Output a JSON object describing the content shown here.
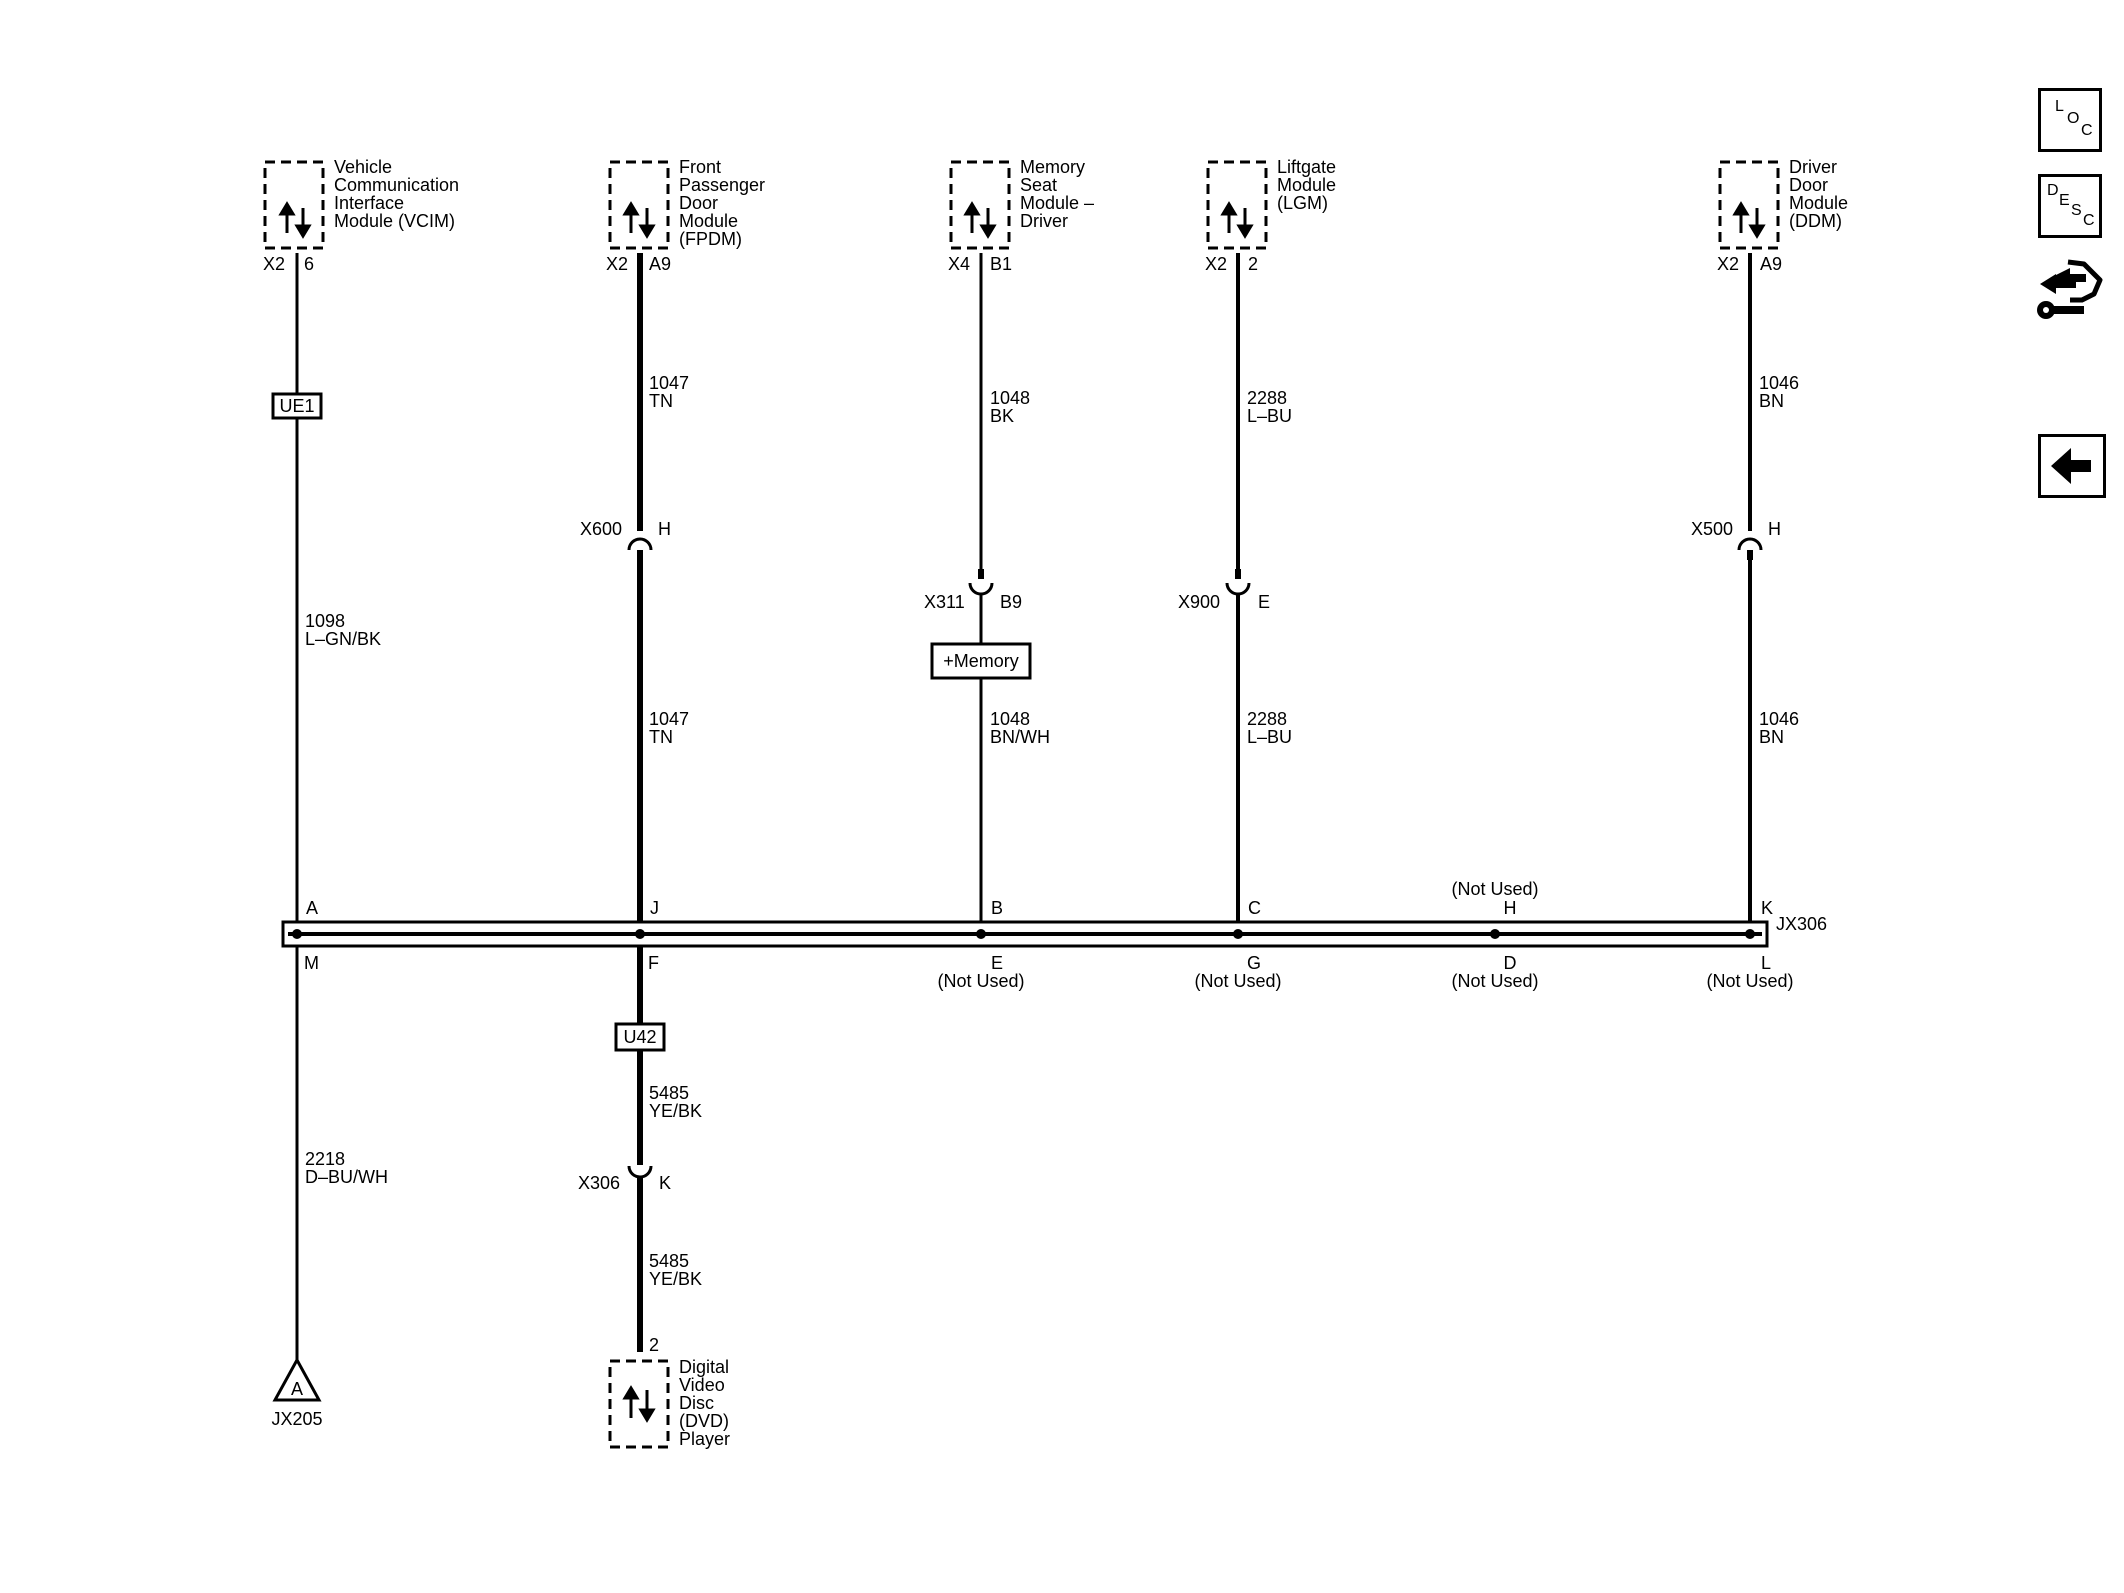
{
  "colors": {
    "ink": "#000000",
    "background": "#ffffff"
  },
  "modules_top": [
    {
      "id": "vcim",
      "lines": [
        "Vehicle",
        "Communication",
        "Interface",
        "Module (VCIM)"
      ],
      "conn": "X2",
      "pin": "6"
    },
    {
      "id": "fpdm",
      "lines": [
        "Front",
        "Passenger",
        "Door",
        "Module",
        "(FPDM)"
      ],
      "conn": "X2",
      "pin": "A9"
    },
    {
      "id": "msm",
      "lines": [
        "Memory",
        "Seat",
        "Module –",
        "Driver"
      ],
      "conn": "X4",
      "pin": "B1"
    },
    {
      "id": "lgm",
      "lines": [
        "Liftgate",
        "Module",
        "(LGM)"
      ],
      "conn": "X2",
      "pin": "2"
    },
    {
      "id": "ddm",
      "lines": [
        "Driver",
        "Door",
        "Module",
        "(DDM)"
      ],
      "conn": "X2",
      "pin": "A9"
    }
  ],
  "splices": [
    {
      "id": "ue1",
      "label": "UE1"
    },
    {
      "id": "u42",
      "label": "U42"
    }
  ],
  "memory_label": "+Memory",
  "wires": [
    {
      "id": "vcim-1",
      "circuit": "1098",
      "color": "L–GN/BK"
    },
    {
      "id": "vcim-2",
      "circuit": "2218",
      "color": "D–BU/WH"
    },
    {
      "id": "fpdm-1",
      "circuit": "1047",
      "color": "TN"
    },
    {
      "id": "fpdm-2",
      "circuit": "1047",
      "color": "TN"
    },
    {
      "id": "fpdm-3",
      "circuit": "5485",
      "color": "YE/BK"
    },
    {
      "id": "fpdm-4",
      "circuit": "5485",
      "color": "YE/BK"
    },
    {
      "id": "msm-1",
      "circuit": "1048",
      "color": "BK"
    },
    {
      "id": "msm-2",
      "circuit": "1048",
      "color": "BN/WH"
    },
    {
      "id": "lgm-1",
      "circuit": "2288",
      "color": "L–BU"
    },
    {
      "id": "lgm-2",
      "circuit": "2288",
      "color": "L–BU"
    },
    {
      "id": "ddm-1",
      "circuit": "1046",
      "color": "BN"
    },
    {
      "id": "ddm-2",
      "circuit": "1046",
      "color": "BN"
    }
  ],
  "inline_connectors": [
    {
      "id": "x600",
      "name": "X600",
      "pin": "H"
    },
    {
      "id": "x311",
      "name": "X311",
      "pin": "B9"
    },
    {
      "id": "x900",
      "name": "X900",
      "pin": "E"
    },
    {
      "id": "x500",
      "name": "X500",
      "pin": "H"
    },
    {
      "id": "x306",
      "name": "X306",
      "pin": "K"
    }
  ],
  "block": {
    "name": "JX306",
    "top_pins": [
      "A",
      "J",
      "B",
      "C",
      "H",
      "K"
    ],
    "bottom_pins": [
      "M",
      "F",
      "E",
      "G",
      "D",
      "L"
    ],
    "not_used": "(Not Used)"
  },
  "dvd": {
    "lines": [
      "Digital",
      "Video",
      "Disc",
      "(DVD)",
      "Player"
    ],
    "pin": "2"
  },
  "ground": {
    "letter": "A",
    "name": "JX205"
  },
  "side_buttons": {
    "loc": [
      "L",
      "O",
      "C"
    ],
    "desc": [
      "D",
      "E",
      "S",
      "C"
    ],
    "connector_icon": "connector-wrench-icon",
    "back_icon": "back-arrow-icon"
  }
}
